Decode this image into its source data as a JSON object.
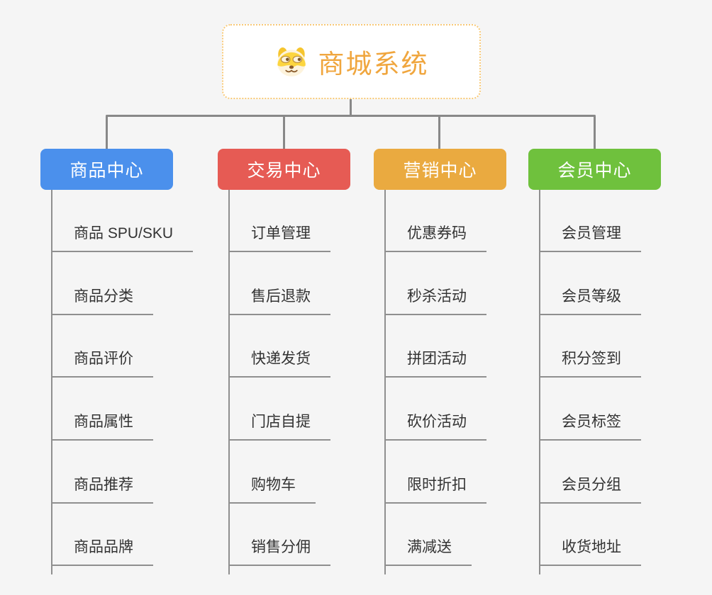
{
  "root": {
    "title": "商城系统",
    "icon": "doge-icon"
  },
  "branches": [
    {
      "id": "product-center",
      "label": "商品中心",
      "color": "#4b90ec",
      "items": [
        "商品 SPU/SKU",
        "商品分类",
        "商品评价",
        "商品属性",
        "商品推荐",
        "商品品牌"
      ]
    },
    {
      "id": "trade-center",
      "label": "交易中心",
      "color": "#e65b54",
      "items": [
        "订单管理",
        "售后退款",
        "快递发货",
        "门店自提",
        "购物车",
        "销售分佣"
      ]
    },
    {
      "id": "marketing-center",
      "label": "营销中心",
      "color": "#eaaa40",
      "items": [
        "优惠券码",
        "秒杀活动",
        "拼团活动",
        "砍价活动",
        "限时折扣",
        "满减送"
      ]
    },
    {
      "id": "member-center",
      "label": "会员中心",
      "color": "#6fc13d",
      "items": [
        "会员管理",
        "会员等级",
        "积分签到",
        "会员标签",
        "会员分组",
        "收货地址"
      ]
    }
  ],
  "colors": {
    "background": "#f5f5f5",
    "connector_line": "#888888",
    "leaf_underline": "#8f8f8f",
    "leaf_text": "#333333",
    "root_border": "#f8c977",
    "root_title": "#f0a63e",
    "header_text": "#ffffff"
  }
}
